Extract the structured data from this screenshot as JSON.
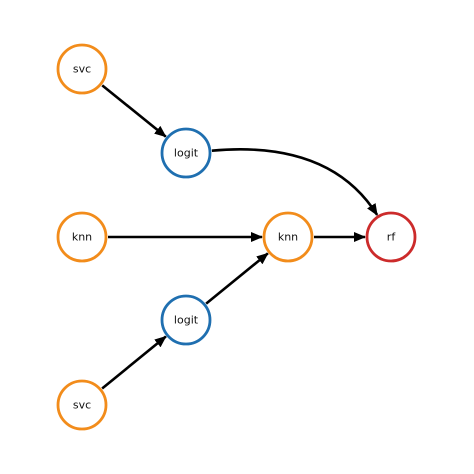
{
  "diagram": {
    "nodes": [
      {
        "id": "svc_top",
        "label": "svc",
        "color": "#f28c1b"
      },
      {
        "id": "logit_top",
        "label": "logit",
        "color": "#1f6fb0"
      },
      {
        "id": "knn_left",
        "label": "knn",
        "color": "#f28c1b"
      },
      {
        "id": "knn_mid",
        "label": "knn",
        "color": "#f28c1b"
      },
      {
        "id": "rf",
        "label": "rf",
        "color": "#cc2b2b"
      },
      {
        "id": "logit_bottom",
        "label": "logit",
        "color": "#1f6fb0"
      },
      {
        "id": "svc_bottom",
        "label": "svc",
        "color": "#f28c1b"
      }
    ],
    "edges": [
      {
        "from": "svc_top",
        "to": "logit_top"
      },
      {
        "from": "logit_top",
        "to": "rf"
      },
      {
        "from": "knn_left",
        "to": "knn_mid"
      },
      {
        "from": "knn_mid",
        "to": "rf"
      },
      {
        "from": "svc_bottom",
        "to": "logit_bottom"
      },
      {
        "from": "logit_bottom",
        "to": "knn_mid"
      }
    ],
    "edge_color": "#000000"
  }
}
